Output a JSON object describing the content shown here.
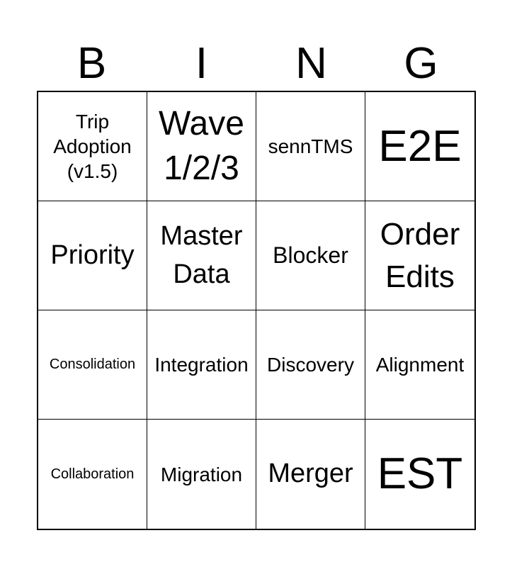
{
  "header": {
    "letters": [
      "B",
      "I",
      "N",
      "G"
    ]
  },
  "cells": [
    "Trip\nAdoption\n(v1.5)",
    "Wave\n1/2/3",
    "sennTMS",
    "E2E",
    "Priority",
    "Master\nData",
    "Blocker",
    "Order\nEdits",
    "Consolidation",
    "Integration",
    "Discovery",
    "Alignment",
    "Collaboration",
    "Migration",
    "Merger",
    "EST"
  ]
}
